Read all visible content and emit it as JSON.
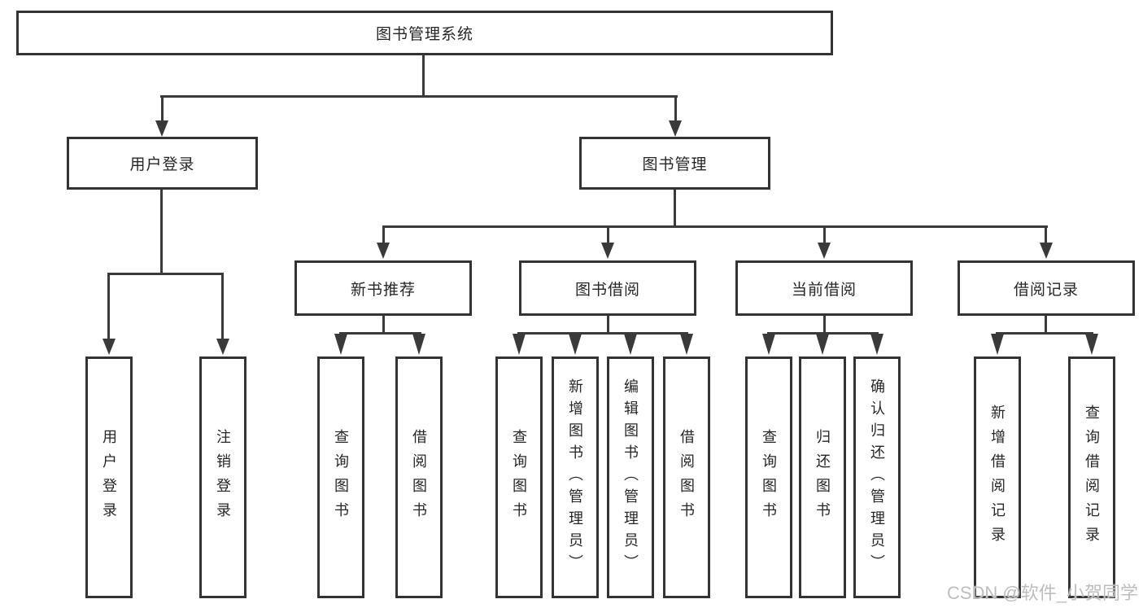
{
  "tree": {
    "label": "图书管理系统",
    "children": [
      {
        "label": "用户登录",
        "children": [
          {
            "label": "用户登录"
          },
          {
            "label": "注销登录"
          }
        ]
      },
      {
        "label": "图书管理",
        "children": [
          {
            "label": "新书推荐",
            "children": [
              {
                "label": "查询图书"
              },
              {
                "label": "借阅图书"
              }
            ]
          },
          {
            "label": "图书借阅",
            "children": [
              {
                "label": "查询图书"
              },
              {
                "label": "新增图书（管理员）"
              },
              {
                "label": "编辑图书（管理员）"
              },
              {
                "label": "借阅图书"
              }
            ]
          },
          {
            "label": "当前借阅",
            "children": [
              {
                "label": "查询图书"
              },
              {
                "label": "归还图书"
              },
              {
                "label": "确认归还（管理员）"
              }
            ]
          },
          {
            "label": "借阅记录",
            "children": [
              {
                "label": "新增借阅记录"
              },
              {
                "label": "查询借阅记录"
              }
            ]
          }
        ]
      }
    ]
  },
  "watermark": {
    "text": "CSDN @软件_小贺同学"
  },
  "colors": {
    "line": "#3a3a3a",
    "border": "#333333",
    "watermark": "#bdbdbd"
  }
}
